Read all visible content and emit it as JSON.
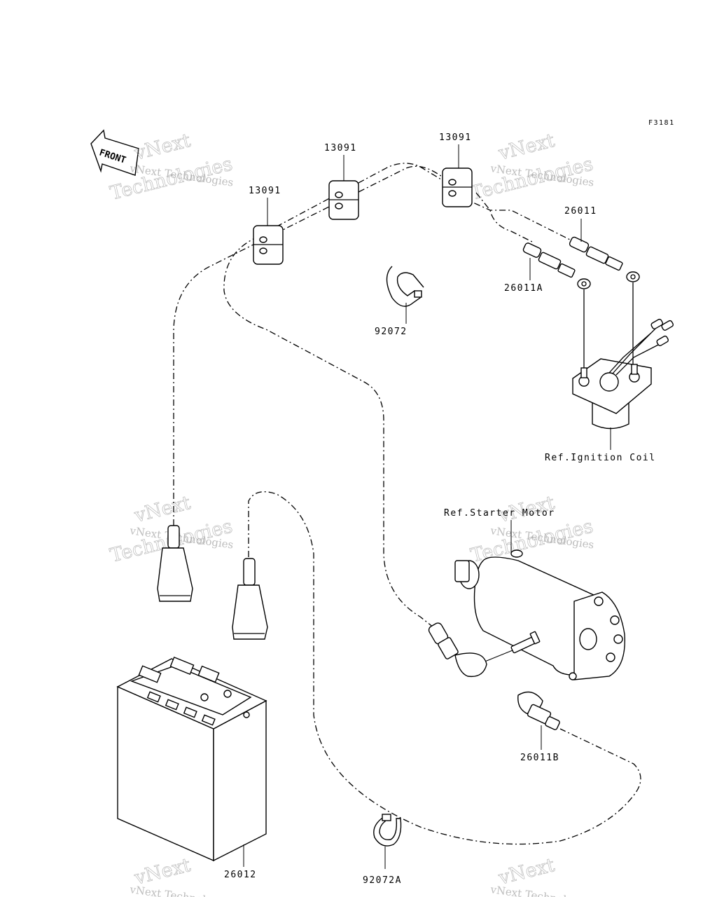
{
  "figure_id": "F3181",
  "front_label": "FRONT",
  "labels": {
    "clamp_left": "13091",
    "clamp_mid": "13091",
    "clamp_right": "13091",
    "cable_26011": "26011",
    "cable_26011a": "26011A",
    "band_92072": "92072",
    "ignition_coil": "Ref.Ignition Coil",
    "starter_motor": "Ref.Starter Motor",
    "cable_26011b": "26011B",
    "battery": "26012",
    "band_92072a": "92072A"
  },
  "watermark": {
    "line1": "vNext Technologies",
    "line2": "Technologies",
    "line3": "vNext"
  }
}
